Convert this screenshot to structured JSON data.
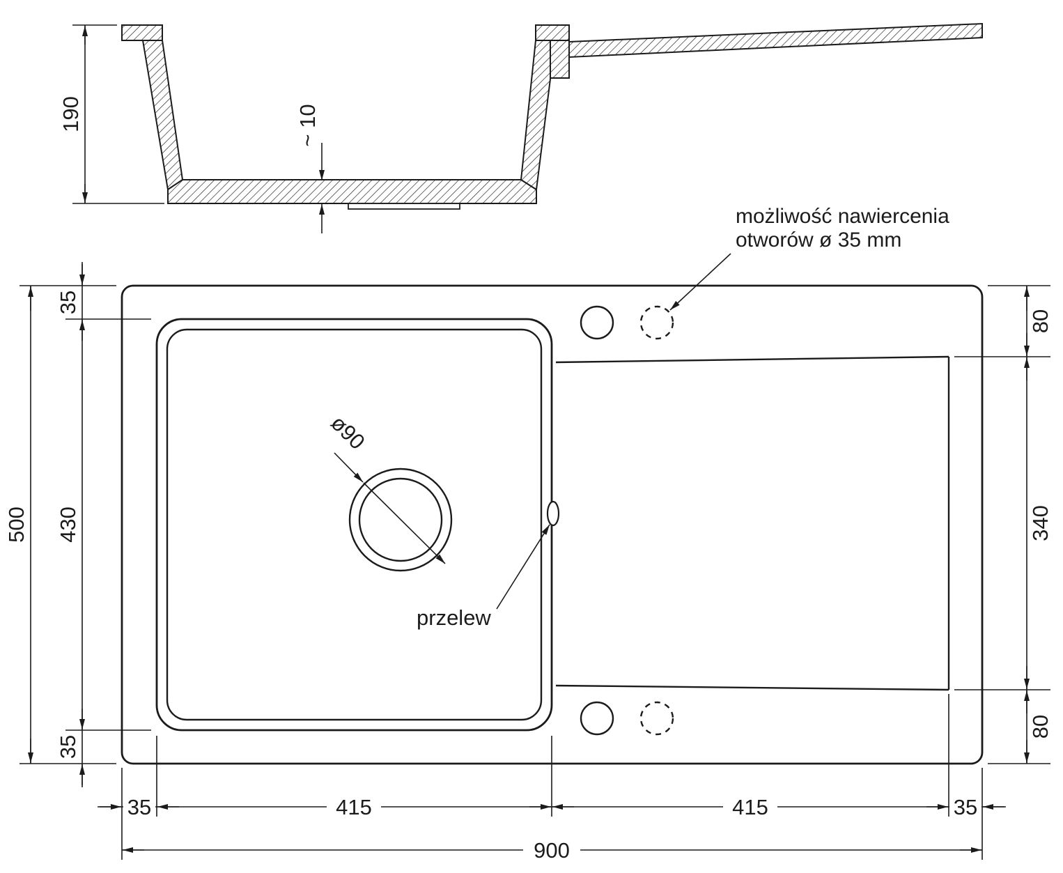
{
  "cross_section": {
    "depth": "190",
    "bottom_thickness": "~ 10"
  },
  "plan": {
    "drill_note_line1": "możliwość nawiercenia",
    "drill_note_line2": "otworów ø 35 mm",
    "drain_label": "ø90",
    "overflow_label": "przelew",
    "dim_height_total": "500",
    "dim_margin_top": "35",
    "dim_bowl_height": "430",
    "dim_margin_bottom": "35",
    "dim_right_top": "80",
    "dim_drainer_height": "340",
    "dim_right_bottom": "80",
    "dim_margin_left": "35",
    "dim_bowl_width": "415",
    "dim_drainer_width": "415",
    "dim_margin_right": "35",
    "dim_width_total": "900"
  }
}
